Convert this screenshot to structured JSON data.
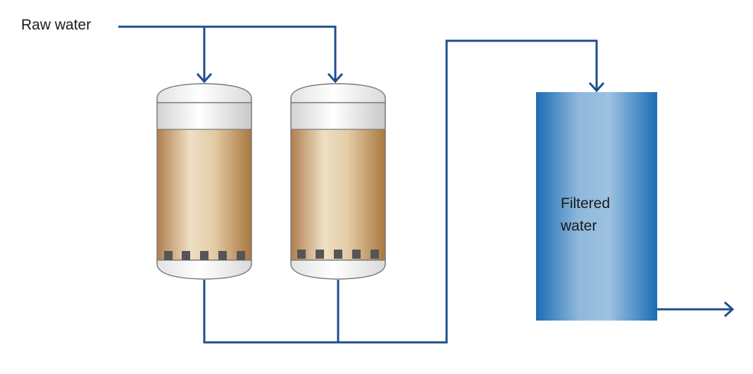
{
  "labels": {
    "raw_water": "Raw water",
    "filtered_water_line1": "Filtered",
    "filtered_water_line2": "water"
  },
  "filters": [
    {
      "name": "filter-vessel-1",
      "nozzle_count": 5
    },
    {
      "name": "filter-vessel-2",
      "nozzle_count": 5
    }
  ],
  "colors": {
    "pipe": "#1f4e8c",
    "media": "#c49a6c",
    "tank": "#2a7bbf"
  }
}
